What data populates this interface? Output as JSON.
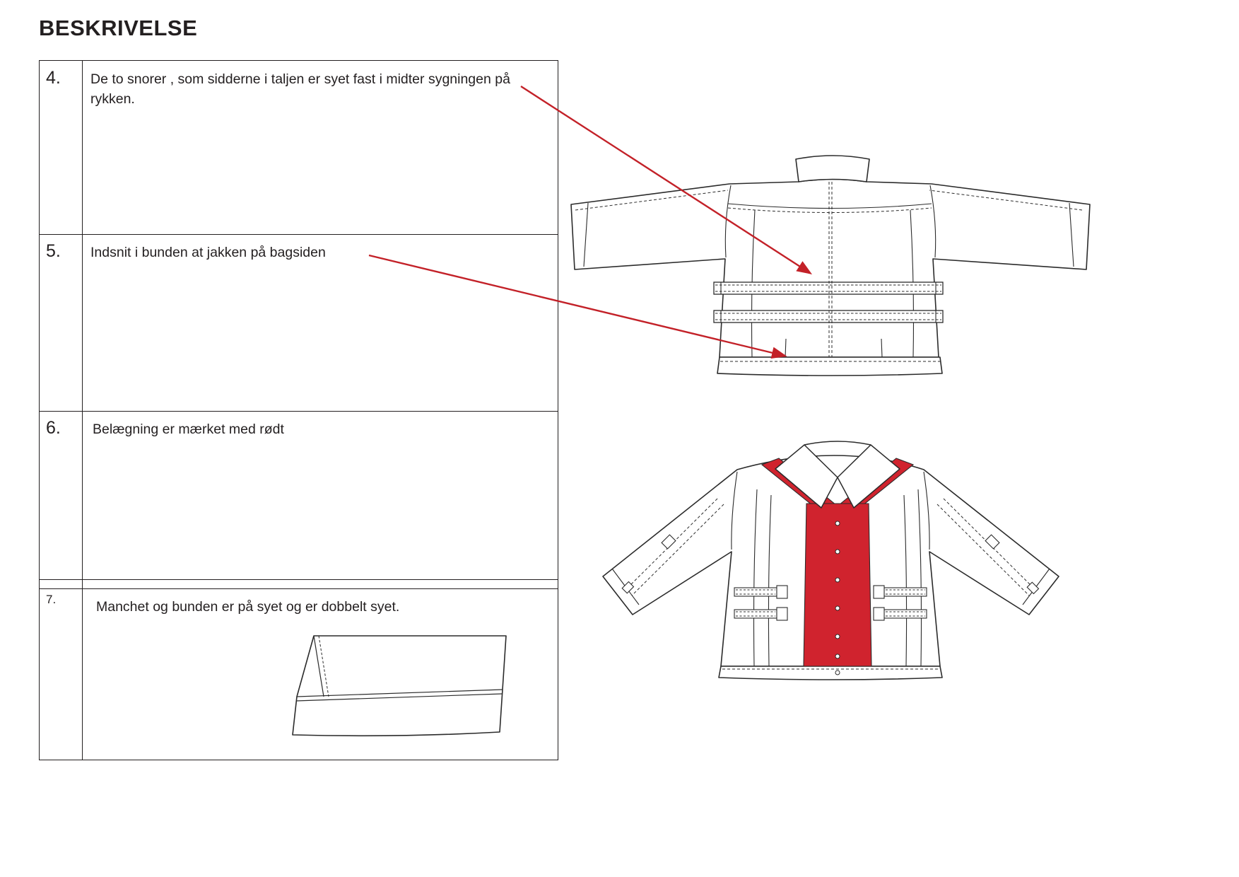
{
  "page": {
    "title": "BESKRIVELSE"
  },
  "table": {
    "rows": [
      {
        "number": "4.",
        "text": "De to snorer , som sidderne i taljen er syet fast i midter sygningen på rykken."
      },
      {
        "number": "5.",
        "text": "Indsnit i bunden at jakken på bagsiden"
      },
      {
        "number": "6.",
        "text": "Belægning er mærket med rødt"
      },
      {
        "number": "7.",
        "text": "Manchet og bunden er på syet og er dobbelt syet."
      }
    ]
  },
  "drawings": {
    "back_view": "jacket-back-view",
    "front_view": "jacket-front-view",
    "cuff_detail": "cuff-hem-detail"
  },
  "colors": {
    "line": "#231f20",
    "facing_red": "#d0232e",
    "arrow_red": "#c32128"
  }
}
